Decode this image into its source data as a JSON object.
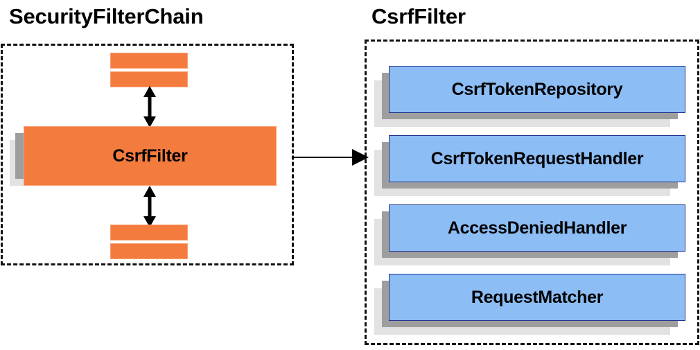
{
  "diagram": {
    "panels": [
      {
        "id": "securityfilterchain",
        "title": "SecurityFilterChain",
        "border_style": "dashed",
        "border_color": "#111111",
        "accent_color": "#f47b3e",
        "nodes": [
          {
            "id": "filter-above-1",
            "label": "",
            "kind": "bar"
          },
          {
            "id": "filter-above-2",
            "label": "",
            "kind": "bar"
          },
          {
            "id": "csrf-filter",
            "label": "CsrfFilter",
            "kind": "card"
          },
          {
            "id": "filter-below-1",
            "label": "",
            "kind": "bar"
          },
          {
            "id": "filter-below-2",
            "label": "",
            "kind": "bar"
          }
        ],
        "connectors": [
          {
            "id": "chain-up-arrow",
            "kind": "double-headed-vertical"
          },
          {
            "id": "chain-down-arrow",
            "kind": "double-headed-vertical"
          }
        ]
      },
      {
        "id": "csrffilter",
        "title": "CsrfFilter",
        "border_style": "dashed",
        "border_color": "#111111",
        "accent_color": "#8cbdf5",
        "nodes": [
          {
            "id": "csrf-token-repository",
            "label": "CsrfTokenRepository",
            "kind": "card"
          },
          {
            "id": "csrf-token-request-handler",
            "label": "CsrfTokenRequestHandler",
            "kind": "card"
          },
          {
            "id": "access-denied-handler",
            "label": "AccessDeniedHandler",
            "kind": "card"
          },
          {
            "id": "request-matcher",
            "label": "RequestMatcher",
            "kind": "card"
          }
        ]
      }
    ],
    "cross_panel_connector": {
      "id": "csrffilter-expands-to-csrffilter-panel",
      "kind": "single-headed-horizontal",
      "from": "csrf-filter",
      "to": "csrffilter"
    },
    "colors": {
      "orange_fill": "#f47b3e",
      "orange_border": "#f7a077",
      "blue_fill": "#8cbdf5",
      "blue_border": "#22338c",
      "shadow_dark": "#9e9e9e",
      "shadow_light": "#e2e2e2",
      "line": "#000000",
      "background": "#ffffff"
    }
  }
}
